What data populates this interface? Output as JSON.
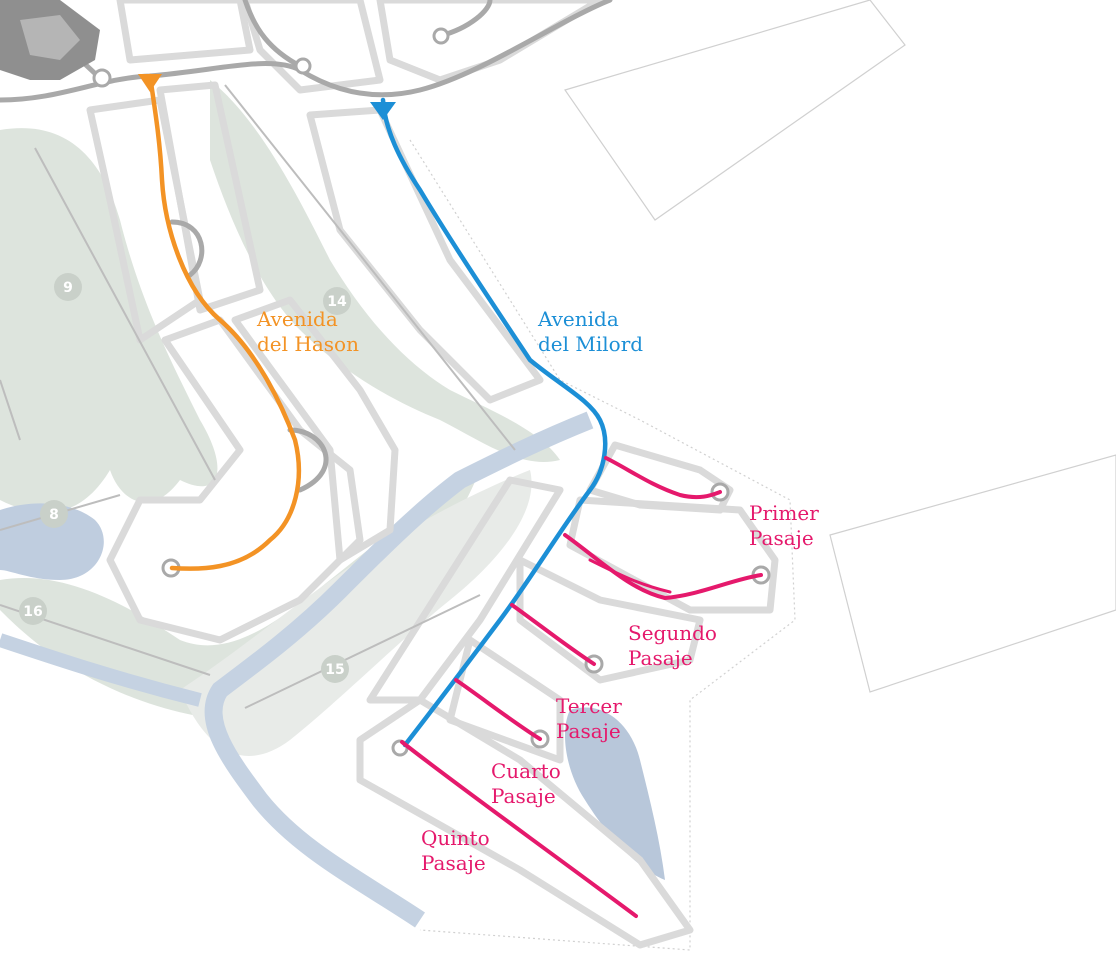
{
  "colors": {
    "orange_road": "#f39325",
    "blue_road": "#1c8fd6",
    "pink_road": "#e5196c",
    "grey_road": "#b3b3b3",
    "lot_outline": "#d9d9d9",
    "golf_green": "#dce3dc",
    "water": "#bccbde"
  },
  "streets": [
    {
      "id": "avenida-del-hason",
      "line1": "Avenida",
      "line2": "del Hason",
      "color": "#f39325"
    },
    {
      "id": "avenida-del-milord",
      "line1": "Avenida",
      "line2": "del Milord",
      "color": "#1c8fd6"
    },
    {
      "id": "primer-pasaje",
      "line1": "Primer",
      "line2": "Pasaje",
      "color": "#e5196c"
    },
    {
      "id": "segundo-pasaje",
      "line1": "Segundo",
      "line2": "Pasaje",
      "color": "#e5196c"
    },
    {
      "id": "tercer-pasaje",
      "line1": "Tercer",
      "line2": "Pasaje",
      "color": "#e5196c"
    },
    {
      "id": "cuarto-pasaje",
      "line1": "Cuarto",
      "line2": "Pasaje",
      "color": "#e5196c"
    },
    {
      "id": "quinto-pasaje",
      "line1": "Quinto",
      "line2": "Pasaje",
      "color": "#e5196c"
    }
  ],
  "golf_holes": [
    "9",
    "14",
    "8",
    "16",
    "15"
  ]
}
